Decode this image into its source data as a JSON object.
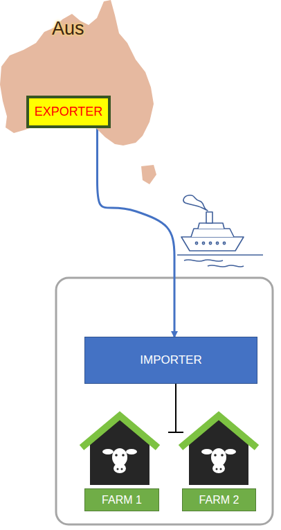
{
  "diagram": {
    "nodes": [
      {
        "text": [
          "Aus"
        ]
      },
      {
        "text": [
          "EXPORTER"
        ],
        "in": 0
      },
      {
        "text": [
          "IMPORTER"
        ]
      },
      {
        "text": [
          "FARM 1"
        ]
      },
      {
        "text": [
          "FARM 2"
        ]
      }
    ],
    "edges": [
      {
        "from": 1,
        "to": 2,
        "arrow": "to"
      }
    ]
  }
}
